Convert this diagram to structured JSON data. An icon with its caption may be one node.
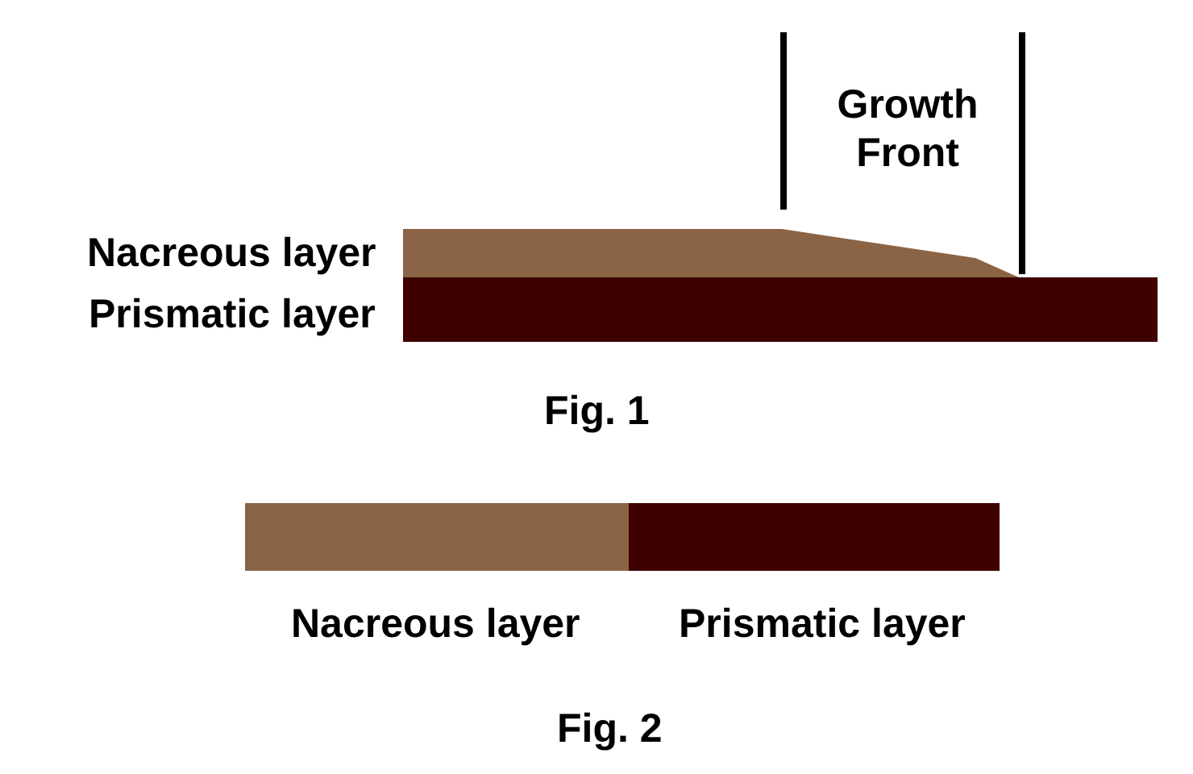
{
  "diagram": {
    "labels": [
      "Growth Front",
      "Nacreous layer",
      "Prismatic layer",
      "Fig. 1",
      "Nacreous layer",
      "Prismatic layer",
      "Fig. 2"
    ]
  }
}
